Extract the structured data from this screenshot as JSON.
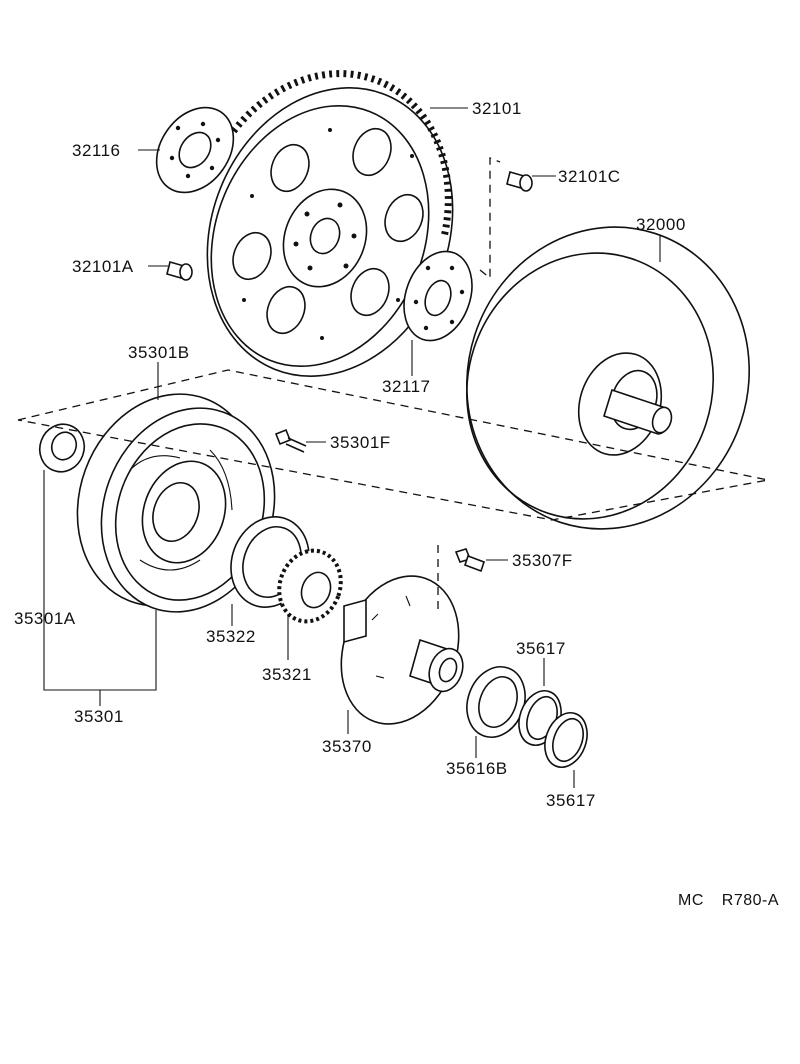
{
  "labels": {
    "p32101": "32101",
    "p32116": "32116",
    "p32101C": "32101C",
    "p32000": "32000",
    "p32101A": "32101A",
    "p35301B": "35301B",
    "p32117": "32117",
    "p35301F": "35301F",
    "p35307F": "35307F",
    "p35301A": "35301A",
    "p35322": "35322",
    "p35617a": "35617",
    "p35321": "35321",
    "p35301": "35301",
    "p35370": "35370",
    "p35616B": "35616B",
    "p35617b": "35617"
  },
  "footer": {
    "prefix": "MC",
    "code": "R780-A"
  }
}
